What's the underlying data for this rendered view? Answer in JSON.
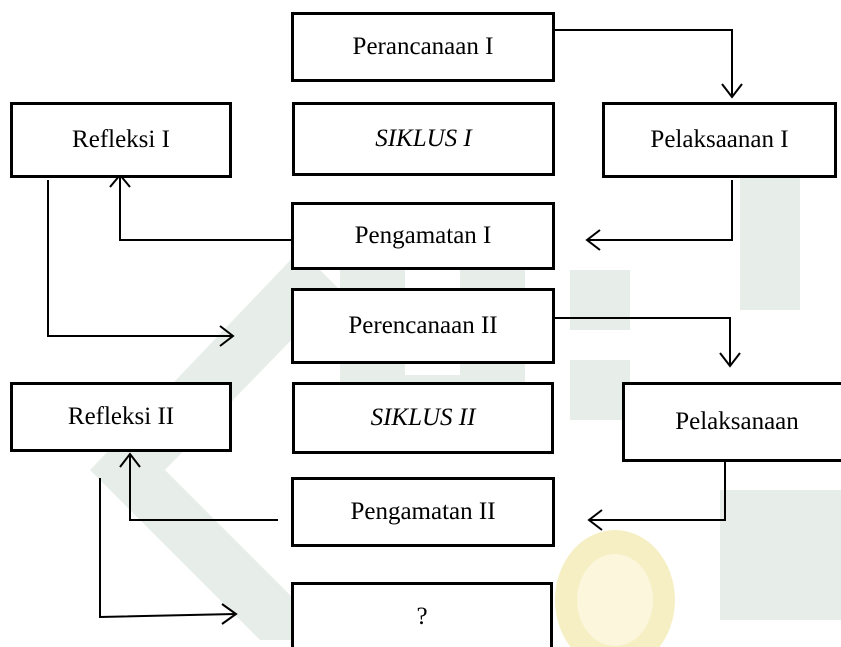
{
  "diagram": {
    "cycle1": {
      "planning": "Perancanaan I",
      "cycle_label": "SIKLUS I",
      "action": "Pelaksaanan I",
      "observation": "Pengamatan I",
      "reflection": "Refleksi I"
    },
    "cycle2": {
      "planning": "Perencanaan II",
      "cycle_label": "SIKLUS II",
      "action": "Pelaksanaan",
      "observation": "Pengamatan II",
      "reflection": "Refleksi II"
    },
    "next": "?"
  },
  "colors": {
    "stroke": "#000000",
    "watermark_green": "#e7eee9",
    "watermark_gold": "#f6efc4"
  }
}
